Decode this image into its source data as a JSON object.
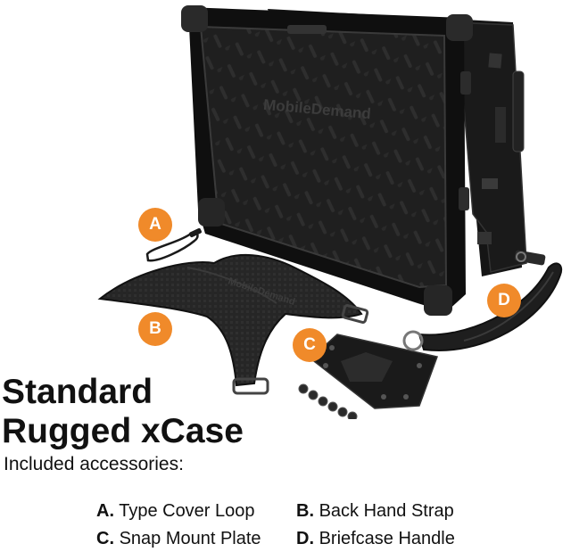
{
  "product": {
    "title_line1": "Standard",
    "title_line2": "Rugged xCase",
    "subtitle": "Included accessories:"
  },
  "badges": {
    "a": "A",
    "b": "B",
    "c": "C",
    "d": "D"
  },
  "brand_mark": "MobileDemand",
  "accessories": [
    {
      "letter": "A.",
      "label": "Type Cover Loop"
    },
    {
      "letter": "B.",
      "label": "Back Hand Strap"
    },
    {
      "letter": "C.",
      "label": "Snap Mount Plate"
    },
    {
      "letter": "D.",
      "label": "Briefcase Handle"
    }
  ],
  "colors": {
    "badge_orange": "#f08a2a",
    "case_black": "#1c1c1c",
    "text": "#111111"
  }
}
